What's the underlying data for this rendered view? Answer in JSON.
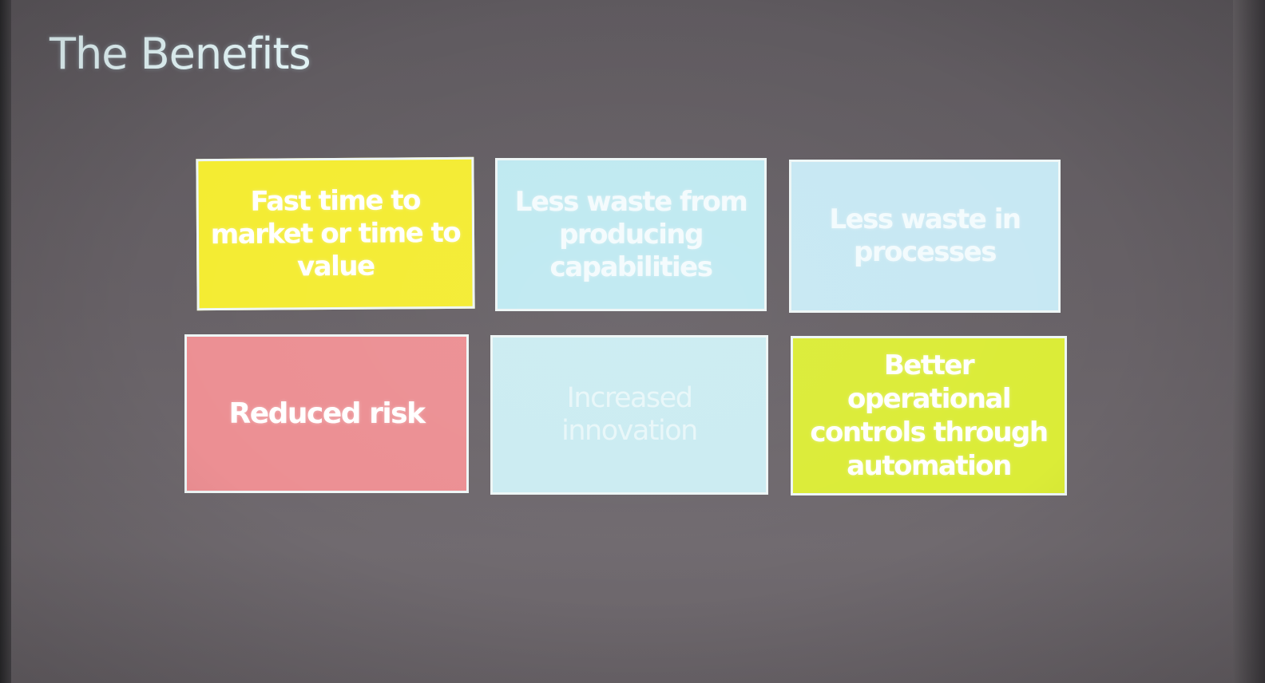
{
  "slide": {
    "title": "The Benefits",
    "tiles": [
      {
        "label": "Fast time to market or time to value",
        "color": "#f4ec32"
      },
      {
        "label": "Less waste from producing capabilities",
        "color": "#bfe9f1"
      },
      {
        "label": "Less waste in processes",
        "color": "#c7e8f3"
      },
      {
        "label": "Reduced risk",
        "color": "#ec8f93"
      },
      {
        "label": "Increased innovation",
        "color": "#cbecf2"
      },
      {
        "label": "Better operational controls through automation",
        "color": "#dbec37"
      }
    ]
  }
}
